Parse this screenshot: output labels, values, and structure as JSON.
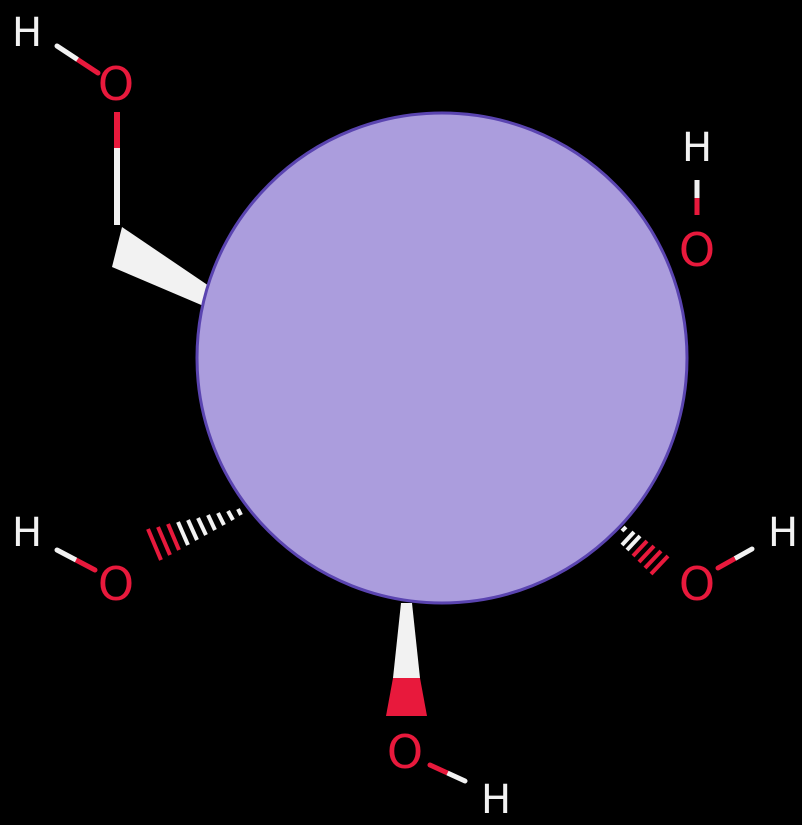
{
  "colors": {
    "background": "#000000",
    "circle_fill": "#ab9ddd",
    "circle_stroke": "#5a44b0",
    "hydrogen": "#f2f2f2",
    "oxygen": "#e8193c",
    "bond": "#f2f2f2"
  },
  "atoms": {
    "h_top_left": "H",
    "o_top_left": "O",
    "h_top_right": "H",
    "o_top_right": "O",
    "h_mid_left": "H",
    "o_mid_left": "O",
    "h_mid_right": "H",
    "o_mid_right": "O",
    "o_bottom": "O",
    "h_bottom": "H"
  }
}
